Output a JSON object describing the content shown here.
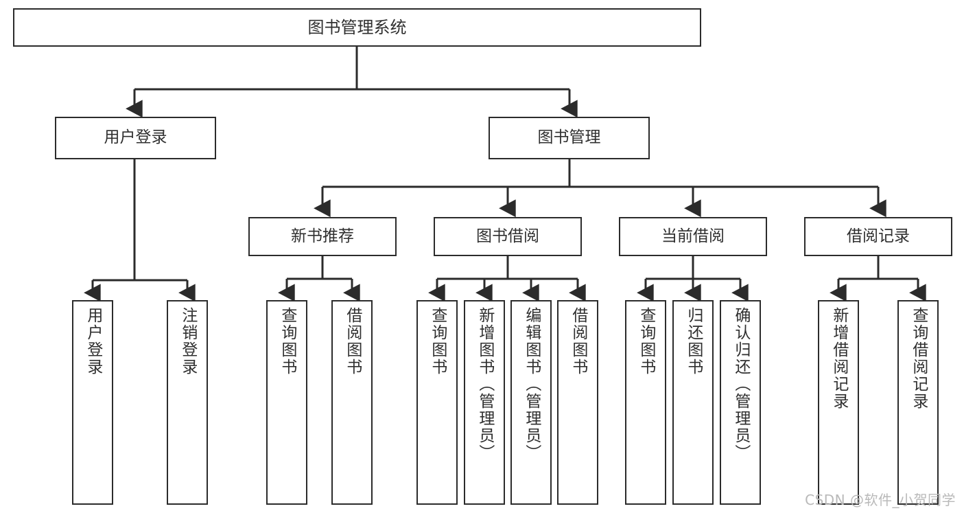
{
  "diagram": {
    "title": "图书管理系统",
    "type": "tree-hierarchy",
    "watermark": "CSDN @软件_小贺同学",
    "colors": {
      "border": "#2b2b2b",
      "text": "#2f2f2f",
      "background": "#ffffff",
      "watermark": "#b9b9b9"
    },
    "nodes": {
      "root": {
        "label": "图书管理系统"
      },
      "level2": [
        {
          "label": "用户登录"
        },
        {
          "label": "图书管理"
        }
      ],
      "level3": [
        {
          "label": "新书推荐"
        },
        {
          "label": "图书借阅"
        },
        {
          "label": "当前借阅"
        },
        {
          "label": "借阅记录"
        }
      ],
      "leaves": {
        "user_login": [
          {
            "label": "用户登录"
          },
          {
            "label": "注销登录"
          }
        ],
        "new_book_recommend": [
          {
            "label": "查询图书"
          },
          {
            "label": "借阅图书"
          }
        ],
        "book_borrow": [
          {
            "label": "查询图书"
          },
          {
            "label": "新增图书（管理员）"
          },
          {
            "label": "编辑图书（管理员）"
          },
          {
            "label": "借阅图书"
          }
        ],
        "current_borrow": [
          {
            "label": "查询图书"
          },
          {
            "label": "归还图书"
          },
          {
            "label": "确认归还（管理员）"
          }
        ],
        "borrow_records": [
          {
            "label": "新增借阅记录"
          },
          {
            "label": "查询借阅记录"
          }
        ]
      }
    }
  }
}
